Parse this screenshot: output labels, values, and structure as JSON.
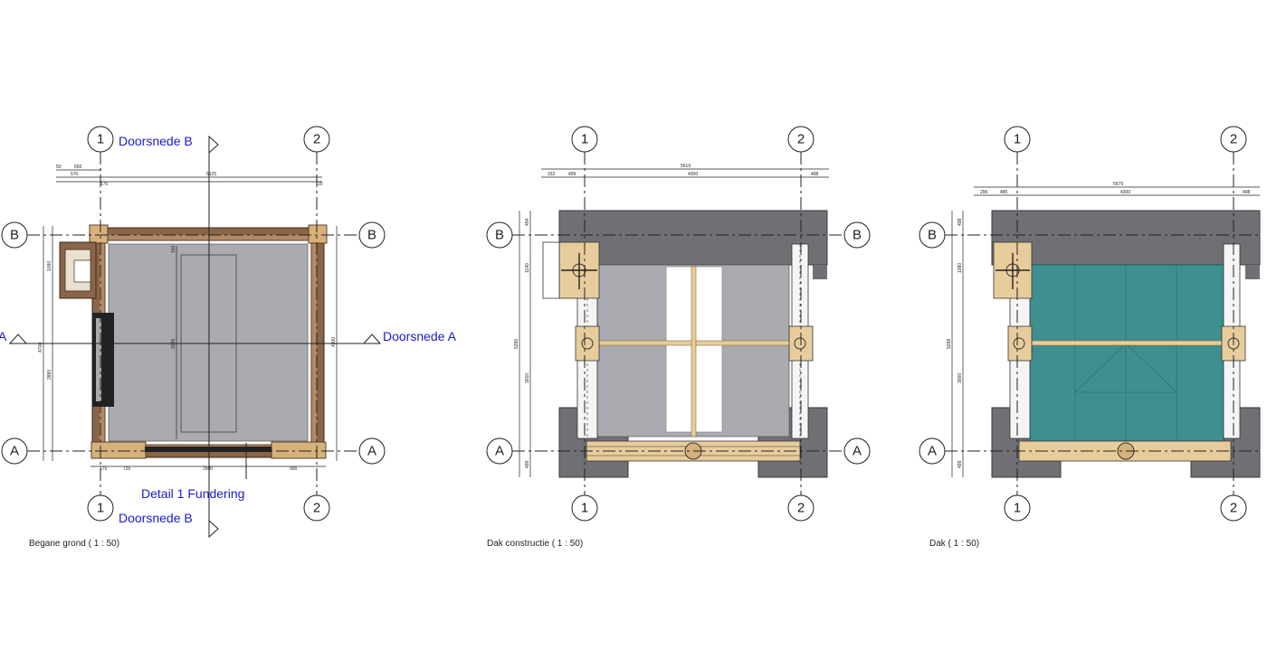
{
  "grid_labels": {
    "col1": "1",
    "col2": "2",
    "rowA": "A",
    "rowB": "B"
  },
  "drawings": [
    {
      "title": "Begane grond  ( 1 : 50)",
      "section_labels": {
        "b_top": "Doorsnede B",
        "b_bottom": "Doorsnede B",
        "a_left": "A",
        "a_right": "Doorsnede A",
        "detail": "Detail 1 Fundering"
      },
      "dims": {
        "t1": "650",
        "t2": "570",
        "t3": "5125",
        "t4": "50",
        "t5": "175",
        "t6": "20",
        "l1": "4700",
        "l2": "1090",
        "l3": "2880",
        "b1": "725",
        "b2": "2500",
        "b3": "900",
        "b4": "175",
        "r1": "4300",
        "i1": "3239",
        "i2": "160"
      }
    },
    {
      "title": "Dak constructie  ( 1 : 50)",
      "dims": {
        "t1": "5619",
        "t2": "332",
        "t3": "499",
        "t4": "4300",
        "t5": "498",
        "l1": "454",
        "l2": "1140",
        "l3": "5290",
        "l4": "3010",
        "l5": "499"
      }
    },
    {
      "title": "Dak  ( 1 : 50)",
      "dims": {
        "t1": "5579",
        "t2": "296",
        "t3": "485",
        "t4": "4300",
        "t5": "498",
        "l1": "498",
        "l2": "1090",
        "l3": "5298",
        "l4": "3000",
        "l5": "499"
      }
    }
  ],
  "colors": {
    "roof_gray": "#6f7074",
    "floor_gray": "#a9abb0",
    "wood": "#e8cd9c",
    "wall_brown": "#8a6548",
    "teal": "#3e8f8f",
    "section_blue": "#1a1acc"
  }
}
